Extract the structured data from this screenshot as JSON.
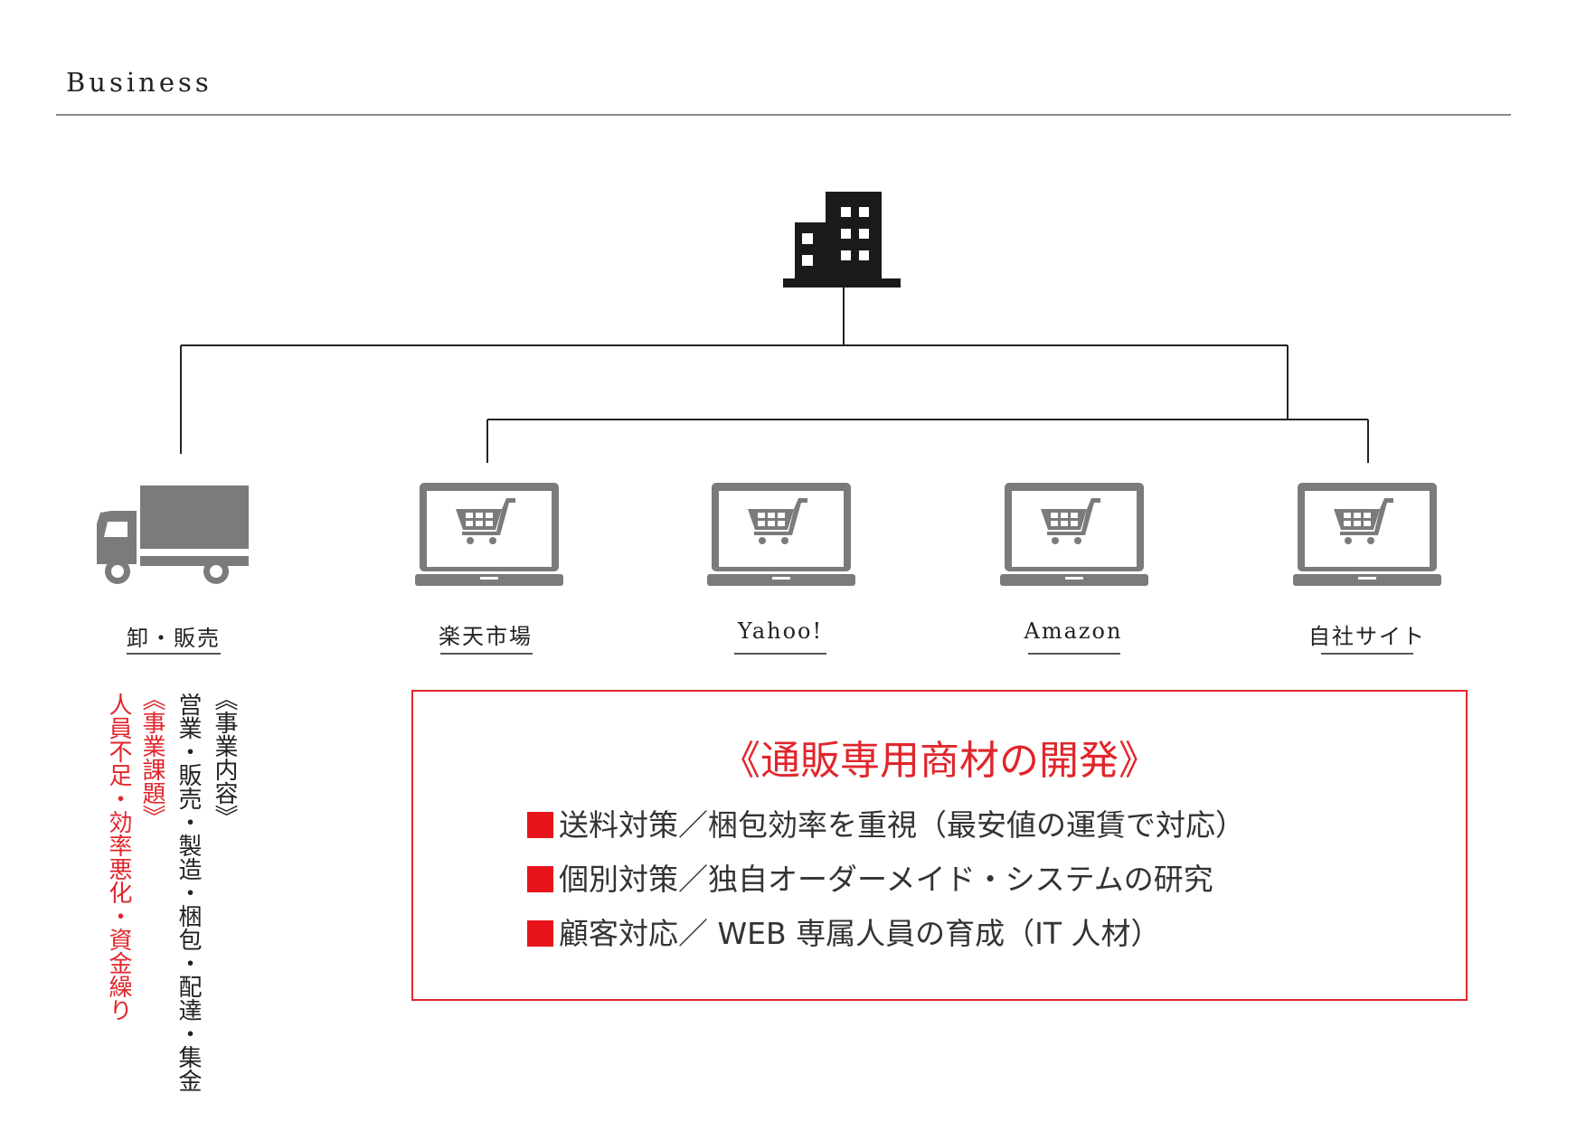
{
  "header": {
    "title": "Business"
  },
  "channels": [
    {
      "label": "卸・販売"
    },
    {
      "label": "楽天市場"
    },
    {
      "label": "Yahoo!"
    },
    {
      "label": "Amazon"
    },
    {
      "label": "自社サイト"
    }
  ],
  "icons": {
    "company": "building-icon",
    "wholesale": "truck-icon",
    "online": "laptop-cart-icon"
  },
  "wholesale_notes": {
    "content_heading": "《事業内容》",
    "content_text": "営業・販売・製造・梱包・配達・集金",
    "issue_heading": "《事業課題》",
    "issue_text": "人員不足・効率悪化・資金繰り"
  },
  "strategy": {
    "title": "《通販専用商材の開発》",
    "items": [
      "送料対策／梱包効率を重視（最安値の運賃で対応）",
      "個別対策／独自オーダーメイド・システムの研究",
      "顧客対応／ WEB 専属人員の育成（IT 人材）"
    ]
  },
  "colors": {
    "accent_red": "#e0262c",
    "bullet_red": "#e8141c",
    "icon_gray": "#7b7b7b",
    "building_black": "#1a1a1a"
  }
}
